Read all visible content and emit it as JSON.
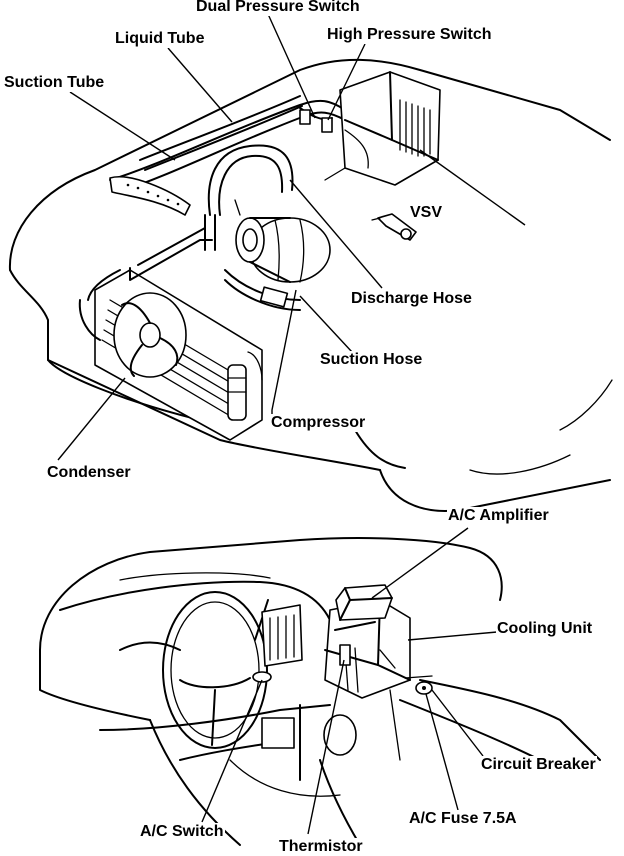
{
  "labels": {
    "dual_pressure_switch": "Dual Pressure Switch",
    "liquid_tube": "Liquid Tube",
    "high_pressure_switch": "High Pressure Switch",
    "suction_tube": "Suction Tube",
    "vsv": "VSV",
    "discharge_hose": "Discharge Hose",
    "suction_hose": "Suction Hose",
    "compressor": "Compressor",
    "condenser": "Condenser",
    "ac_amplifier": "A/C Amplifier",
    "cooling_unit": "Cooling Unit",
    "circuit_breaker": "Circuit Breaker",
    "ac_switch": "A/C Switch",
    "ac_fuse": "A/C Fuse 7.5A",
    "thermistor": "Thermistor"
  }
}
